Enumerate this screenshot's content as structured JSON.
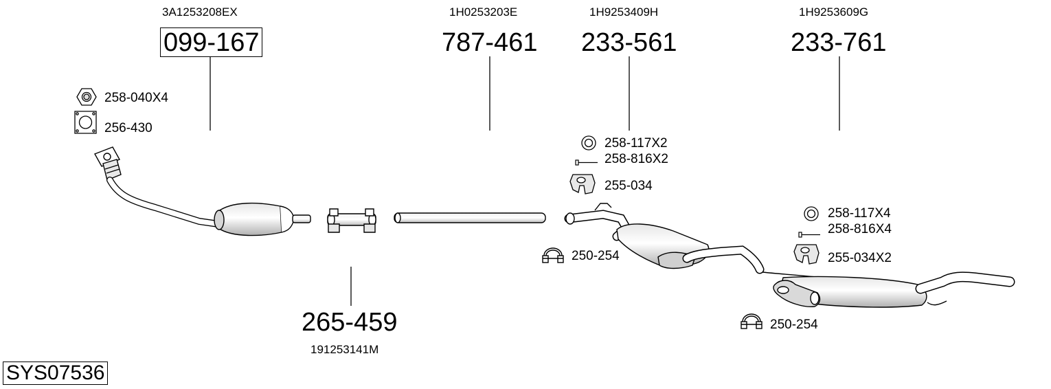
{
  "system_code": "SYS07536",
  "groups": [
    {
      "oem": "3A1253208EX",
      "part": "099-167",
      "boxed": true
    },
    {
      "oem": "1H0253203E",
      "part": "787-461"
    },
    {
      "oem": "1H9253409H",
      "part": "233-561"
    },
    {
      "oem": "1H9253609G",
      "part": "233-761"
    },
    {
      "oem": "191253141M",
      "part": "265-459"
    }
  ],
  "accessories": {
    "nut": "258-040X4",
    "gasket": "256-430",
    "ring_front": "258-117X2",
    "bolt_front": "258-816X2",
    "hanger_front": "255-034",
    "clamp_front": "250-254",
    "ring_rear": "258-117X4",
    "bolt_rear": "258-816X4",
    "hanger_rear": "255-034X2",
    "clamp_rear": "250-254"
  },
  "colors": {
    "line": "#000000",
    "part_fill": "#ffffff",
    "shade": "#d9d9d9"
  }
}
